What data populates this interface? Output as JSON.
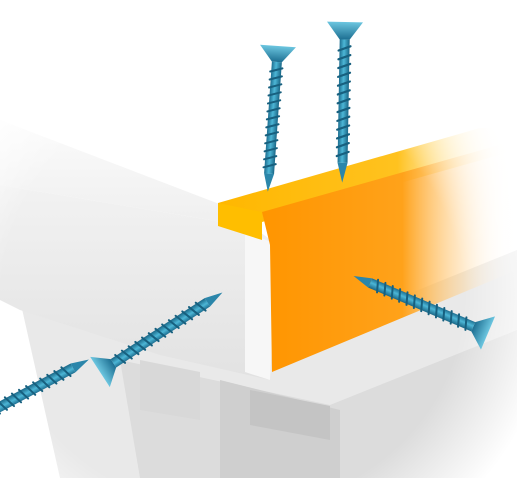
{
  "scene": {
    "subject": "screw-fixing-illustration",
    "colors": {
      "timber_orange": "#ff9a10",
      "timber_top": "#ffc000",
      "screw_blue": "#3fa6c8",
      "screw_dark": "#1d6f92",
      "board_white": "#f4f4f4",
      "shadow_grey": "#cfcfcf"
    },
    "screws": [
      {
        "name": "screw-top-left",
        "direction": "down"
      },
      {
        "name": "screw-top-right",
        "direction": "down"
      },
      {
        "name": "screw-front-left",
        "direction": "into-white-board"
      },
      {
        "name": "screw-right",
        "direction": "into-orange-batten"
      },
      {
        "name": "screw-partial-left",
        "direction": "into-white-board"
      }
    ]
  }
}
